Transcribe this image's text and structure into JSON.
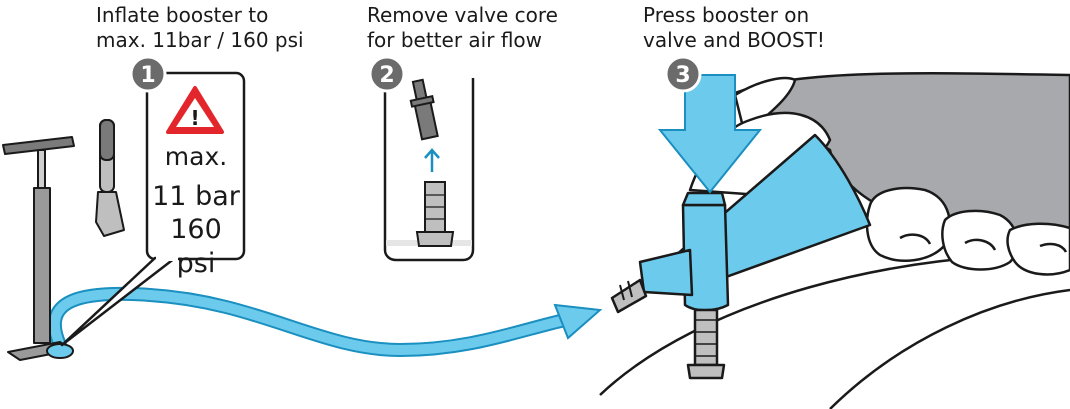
{
  "steps": [
    {
      "number": "1",
      "caption_line1": "Inflate booster to",
      "caption_line2": "max. 11bar / 160 psi"
    },
    {
      "number": "2",
      "caption_line1": "Remove valve core",
      "caption_line2": "for better air flow"
    },
    {
      "number": "3",
      "caption_line1": "Press booster on",
      "caption_line2": "valve and BOOST!"
    }
  ],
  "warning": {
    "label": "max.",
    "bar": "11 bar",
    "psi": "160 psi",
    "symbol": "!"
  },
  "colors": {
    "accent": "#6ccbec",
    "accent_dark": "#1a8fc0",
    "warning_red": "#e3262b",
    "badge": "#6b6b6b",
    "outline": "#1a1a1a",
    "pump_grey": "#9a9a9a",
    "hand_grey": "#a7a9ac"
  },
  "icons": [
    "warning-triangle-icon",
    "up-arrow-icon",
    "down-arrow-icon",
    "hose-arrow-icon"
  ]
}
